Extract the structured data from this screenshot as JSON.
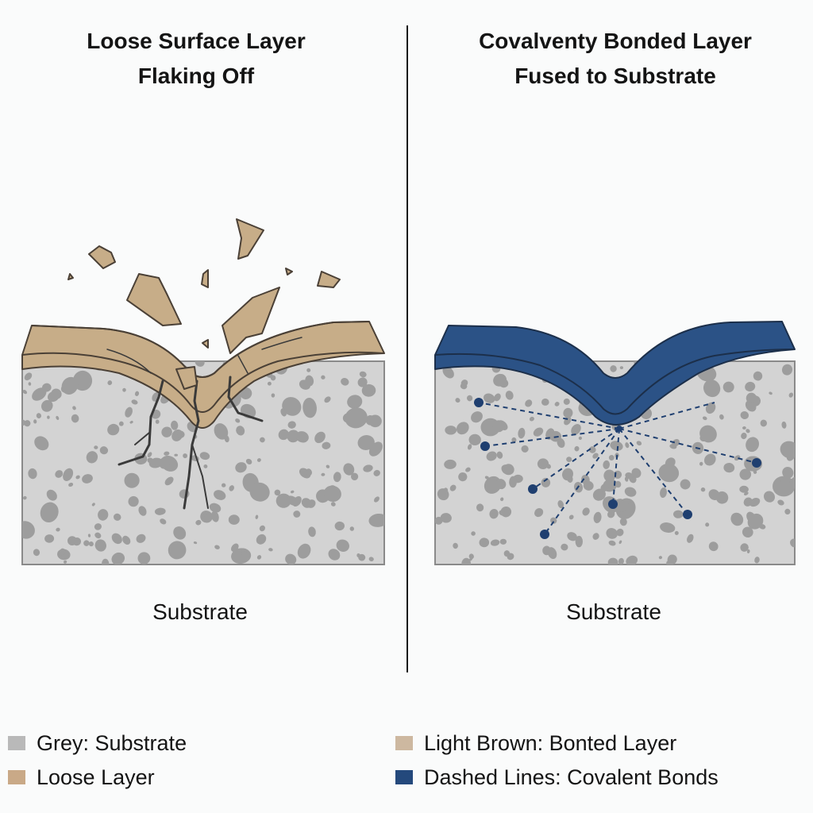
{
  "left_panel": {
    "title_line1": "Loose Surface Layer",
    "title_line2": "Flaking Off",
    "substrate_label": "Substrate"
  },
  "right_panel": {
    "title_line1": "Covalventy Bonded Layer",
    "title_line2": "Fused to Substrate",
    "substrate_label": "Substrate"
  },
  "legend": [
    {
      "label": "Grey: Substrate",
      "color": "#b9b9b9"
    },
    {
      "label": "Loose Layer",
      "color": "#c9a987"
    },
    {
      "label": "Light Brown: Bonted Layer",
      "color": "#cdb8a0"
    },
    {
      "label": "Dashed Lines: Covalent Bonds",
      "color": "#24497c"
    }
  ],
  "colors": {
    "substrate": "#d3d3d3",
    "aggregate": "#9d9d9d",
    "loose_layer": "#c7ad88",
    "bonded_layer": "#2b5286",
    "bond_line": "#1f3f70"
  }
}
